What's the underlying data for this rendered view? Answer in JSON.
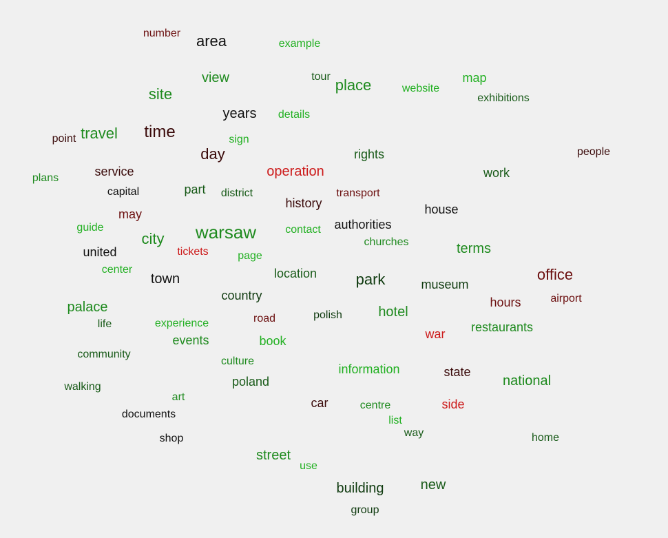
{
  "palette": {
    "background": "#f0f0f0",
    "bright_green": "#22b022",
    "green": "#1e8a1e",
    "dark_green": "#185a18",
    "very_dark_green": "#0f3a0f",
    "black": "#111111",
    "dark_maroon": "#3a0a0a",
    "maroon": "#6b0f0f",
    "red": "#cc1a1a"
  },
  "words": [
    {
      "text": "number",
      "color": "#6b0f0f",
      "size": 16
    },
    {
      "text": "area",
      "color": "#111111",
      "size": 22
    },
    {
      "text": "example",
      "color": "#22b022",
      "size": 16
    },
    {
      "text": "view",
      "color": "#1e8a1e",
      "size": 20
    },
    {
      "text": "tour",
      "color": "#185a18",
      "size": 16
    },
    {
      "text": "place",
      "color": "#1e8a1e",
      "size": 22
    },
    {
      "text": "website",
      "color": "#22b022",
      "size": 16
    },
    {
      "text": "map",
      "color": "#22b022",
      "size": 18
    },
    {
      "text": "site",
      "color": "#1e8a1e",
      "size": 22
    },
    {
      "text": "exhibitions",
      "color": "#185a18",
      "size": 16
    },
    {
      "text": "years",
      "color": "#111111",
      "size": 20
    },
    {
      "text": "details",
      "color": "#22b022",
      "size": 16
    },
    {
      "text": "point",
      "color": "#3a0a0a",
      "size": 16
    },
    {
      "text": "travel",
      "color": "#1e8a1e",
      "size": 22
    },
    {
      "text": "time",
      "color": "#3a0a0a",
      "size": 24
    },
    {
      "text": "sign",
      "color": "#22b022",
      "size": 16
    },
    {
      "text": "day",
      "color": "#3a0a0a",
      "size": 22
    },
    {
      "text": "rights",
      "color": "#185a18",
      "size": 18
    },
    {
      "text": "people",
      "color": "#3a0a0a",
      "size": 16
    },
    {
      "text": "service",
      "color": "#3a0a0a",
      "size": 18
    },
    {
      "text": "operation",
      "color": "#cc1a1a",
      "size": 20
    },
    {
      "text": "work",
      "color": "#185a18",
      "size": 18
    },
    {
      "text": "plans",
      "color": "#1e8a1e",
      "size": 16
    },
    {
      "text": "capital",
      "color": "#111111",
      "size": 16
    },
    {
      "text": "part",
      "color": "#185a18",
      "size": 18
    },
    {
      "text": "district",
      "color": "#185a18",
      "size": 16
    },
    {
      "text": "transport",
      "color": "#6b0f0f",
      "size": 16
    },
    {
      "text": "history",
      "color": "#3a0a0a",
      "size": 18
    },
    {
      "text": "house",
      "color": "#111111",
      "size": 18
    },
    {
      "text": "may",
      "color": "#6b0f0f",
      "size": 18
    },
    {
      "text": "guide",
      "color": "#22b022",
      "size": 16
    },
    {
      "text": "warsaw",
      "color": "#1e8a1e",
      "size": 26
    },
    {
      "text": "contact",
      "color": "#22b022",
      "size": 16
    },
    {
      "text": "authorities",
      "color": "#111111",
      "size": 18
    },
    {
      "text": "city",
      "color": "#1e8a1e",
      "size": 22
    },
    {
      "text": "churches",
      "color": "#1e8a1e",
      "size": 16
    },
    {
      "text": "united",
      "color": "#111111",
      "size": 18
    },
    {
      "text": "tickets",
      "color": "#cc1a1a",
      "size": 16
    },
    {
      "text": "page",
      "color": "#22b022",
      "size": 16
    },
    {
      "text": "terms",
      "color": "#1e8a1e",
      "size": 20
    },
    {
      "text": "center",
      "color": "#22b022",
      "size": 16
    },
    {
      "text": "location",
      "color": "#185a18",
      "size": 18
    },
    {
      "text": "town",
      "color": "#111111",
      "size": 20
    },
    {
      "text": "park",
      "color": "#0f3a0f",
      "size": 22
    },
    {
      "text": "museum",
      "color": "#0f3a0f",
      "size": 18
    },
    {
      "text": "office",
      "color": "#6b0f0f",
      "size": 22
    },
    {
      "text": "country",
      "color": "#0f3a0f",
      "size": 18
    },
    {
      "text": "airport",
      "color": "#6b0f0f",
      "size": 16
    },
    {
      "text": "hours",
      "color": "#6b0f0f",
      "size": 18
    },
    {
      "text": "palace",
      "color": "#1e8a1e",
      "size": 20
    },
    {
      "text": "polish",
      "color": "#0f3a0f",
      "size": 16
    },
    {
      "text": "hotel",
      "color": "#1e8a1e",
      "size": 20
    },
    {
      "text": "road",
      "color": "#6b0f0f",
      "size": 16
    },
    {
      "text": "life",
      "color": "#185a18",
      "size": 16
    },
    {
      "text": "experience",
      "color": "#22b022",
      "size": 16
    },
    {
      "text": "restaurants",
      "color": "#1e8a1e",
      "size": 18
    },
    {
      "text": "war",
      "color": "#cc1a1a",
      "size": 18
    },
    {
      "text": "events",
      "color": "#1e8a1e",
      "size": 18
    },
    {
      "text": "book",
      "color": "#22b022",
      "size": 18
    },
    {
      "text": "community",
      "color": "#185a18",
      "size": 16
    },
    {
      "text": "culture",
      "color": "#1e8a1e",
      "size": 16
    },
    {
      "text": "information",
      "color": "#22b022",
      "size": 18
    },
    {
      "text": "state",
      "color": "#3a0a0a",
      "size": 18
    },
    {
      "text": "national",
      "color": "#1e8a1e",
      "size": 20
    },
    {
      "text": "poland",
      "color": "#185a18",
      "size": 18
    },
    {
      "text": "walking",
      "color": "#185a18",
      "size": 16
    },
    {
      "text": "art",
      "color": "#1e8a1e",
      "size": 16
    },
    {
      "text": "car",
      "color": "#3a0a0a",
      "size": 18
    },
    {
      "text": "centre",
      "color": "#1e8a1e",
      "size": 16
    },
    {
      "text": "side",
      "color": "#cc1a1a",
      "size": 18
    },
    {
      "text": "documents",
      "color": "#111111",
      "size": 16
    },
    {
      "text": "list",
      "color": "#22b022",
      "size": 16
    },
    {
      "text": "way",
      "color": "#185a18",
      "size": 16
    },
    {
      "text": "shop",
      "color": "#111111",
      "size": 16
    },
    {
      "text": "home",
      "color": "#185a18",
      "size": 16
    },
    {
      "text": "street",
      "color": "#1e8a1e",
      "size": 20
    },
    {
      "text": "use",
      "color": "#22b022",
      "size": 16
    },
    {
      "text": "building",
      "color": "#0f3a0f",
      "size": 20
    },
    {
      "text": "new",
      "color": "#185a18",
      "size": 20
    },
    {
      "text": "group",
      "color": "#0f3a0f",
      "size": 16
    }
  ]
}
